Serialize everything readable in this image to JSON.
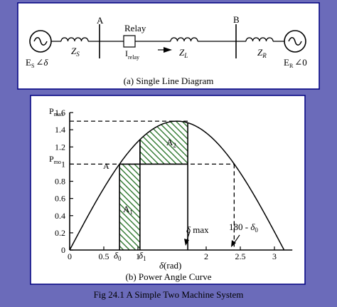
{
  "single_line": {
    "bus_a": "A",
    "bus_b": "B",
    "relay_label": "Relay",
    "source_left": {
      "E": "E",
      "sub": "S",
      "angle": "∠",
      "delta": "δ"
    },
    "source_right": {
      "E": "E",
      "sub": "R",
      "angle": "∠",
      "zero": "0"
    },
    "zs": {
      "Z": "Z",
      "sub": "S"
    },
    "zl": {
      "Z": "Z",
      "sub": "L"
    },
    "zr": {
      "Z": "Z",
      "sub": "R"
    },
    "i_relay": {
      "I": "I",
      "sub": "relay"
    },
    "caption": "(a) Single Line Diagram"
  },
  "power_angle": {
    "caption": "(b) Power Angle Curve",
    "xlabel_delta": "δ",
    "xlabel_unit": "(rad)",
    "y_ticks": [
      "0",
      "0.2",
      "0.4",
      "0.6",
      "0.8",
      "1",
      "1.2",
      "1.4",
      "1.6"
    ],
    "x_ticks": [
      "0",
      "0.5",
      "1",
      "2",
      "2.5",
      "3"
    ],
    "pmax": {
      "P": "P",
      "sub": "max"
    },
    "pmo": {
      "P": "P",
      "sub": "mo"
    },
    "point_a": "A",
    "area1": {
      "A": "A",
      "sub": "1"
    },
    "area2": {
      "A": "A",
      "sub": "2"
    },
    "delta0": {
      "d": "δ",
      "sub": "0"
    },
    "delta1": {
      "d": "δ",
      "sub": "1"
    },
    "delta_max": {
      "d": "δ",
      "rest": " max"
    },
    "angle_180": {
      "text": "180 - ",
      "d": "δ",
      "sub": "0"
    }
  },
  "chart_data": {
    "type": "area",
    "title": "",
    "xlabel": "δ (rad)",
    "ylabel": "",
    "xlim": [
      0,
      3.2
    ],
    "ylim": [
      0,
      1.6
    ],
    "x_ticks": [
      0,
      0.5,
      1,
      2,
      2.5,
      3
    ],
    "y_ticks": [
      0,
      0.2,
      0.4,
      0.6,
      0.8,
      1,
      1.2,
      1.4,
      1.6
    ],
    "series": [
      {
        "function": "Pmax*sin(δ)",
        "pmax": 1.5
      }
    ],
    "levels": {
      "pmax": 1.5,
      "pmo": 1.0
    },
    "angles": {
      "delta0": 0.73,
      "delta1": 1.03,
      "delta_max": 1.73,
      "180_minus_delta0": 2.41
    },
    "grid": false
  },
  "footer": {
    "caption": "Fig 24.1 A Simple Two Machine System"
  }
}
